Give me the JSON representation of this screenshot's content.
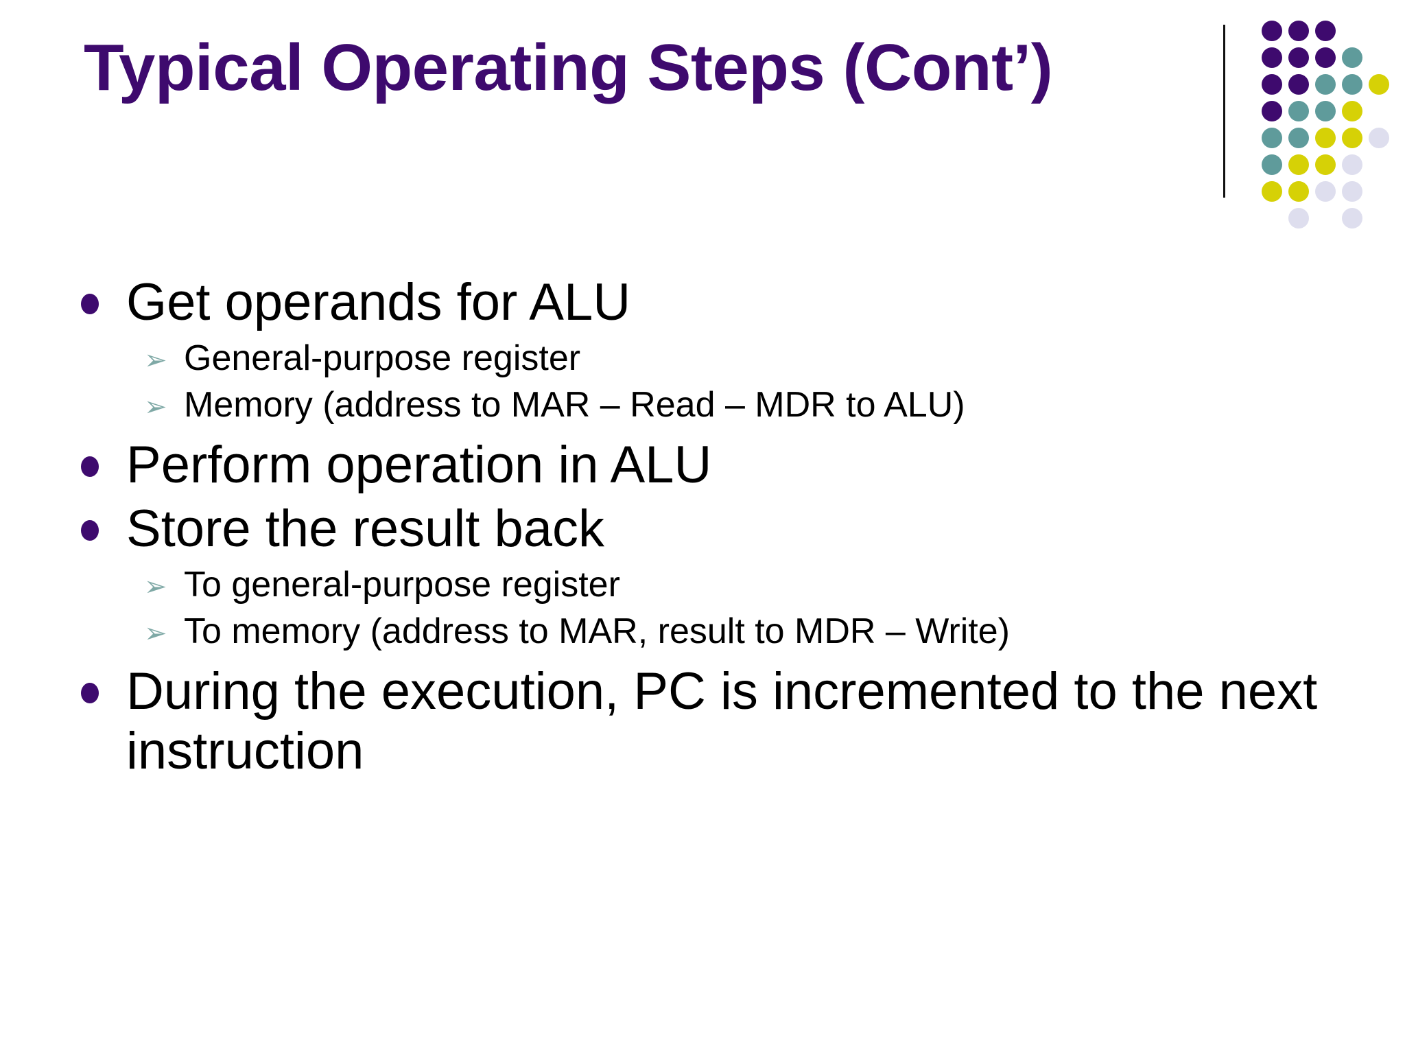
{
  "slide": {
    "title": "Typical Operating Steps (Cont’)",
    "title_line1": "Typical Operating Steps",
    "title_line2": "(Cont’)",
    "background_color": "#FFFFFF",
    "title_color": "#3E0A6E",
    "body_text_color": "#000000"
  },
  "logo": {
    "name": "dot-grid-logo",
    "divider_color": "#111111",
    "colors": {
      "purple": "#3E0A6E",
      "teal": "#5F9B9B",
      "yellow": "#D6D106",
      "pale": "#DEDEEE"
    },
    "grid": [
      [
        "purple",
        "purple",
        "purple",
        "none",
        "none"
      ],
      [
        "purple",
        "purple",
        "purple",
        "teal",
        "none"
      ],
      [
        "purple",
        "purple",
        "teal",
        "teal",
        "yellow"
      ],
      [
        "purple",
        "teal",
        "teal",
        "yellow",
        "none"
      ],
      [
        "teal",
        "teal",
        "yellow",
        "yellow",
        "pale"
      ],
      [
        "teal",
        "yellow",
        "yellow",
        "pale",
        "none"
      ],
      [
        "yellow",
        "yellow",
        "pale",
        "pale",
        "none"
      ],
      [
        "none",
        "pale",
        "none",
        "pale",
        "none"
      ]
    ]
  },
  "content": {
    "bullet_marker": "•",
    "sub_marker": "➢",
    "items": [
      {
        "level": 1,
        "text": "Get operands for ALU",
        "children": [
          {
            "level": 2,
            "text": "General-purpose register"
          },
          {
            "level": 2,
            "text": "Memory (address to MAR – Read – MDR to ALU)"
          }
        ]
      },
      {
        "level": 1,
        "text": "Perform operation in ALU",
        "children": []
      },
      {
        "level": 1,
        "text": "Store the result back",
        "children": [
          {
            "level": 2,
            "text": "To general-purpose register"
          },
          {
            "level": 2,
            "text": "To memory (address to MAR, result to MDR – Write)"
          }
        ]
      },
      {
        "level": 1,
        "text": "During the execution, PC is incremented to the next instruction",
        "children": []
      }
    ]
  }
}
